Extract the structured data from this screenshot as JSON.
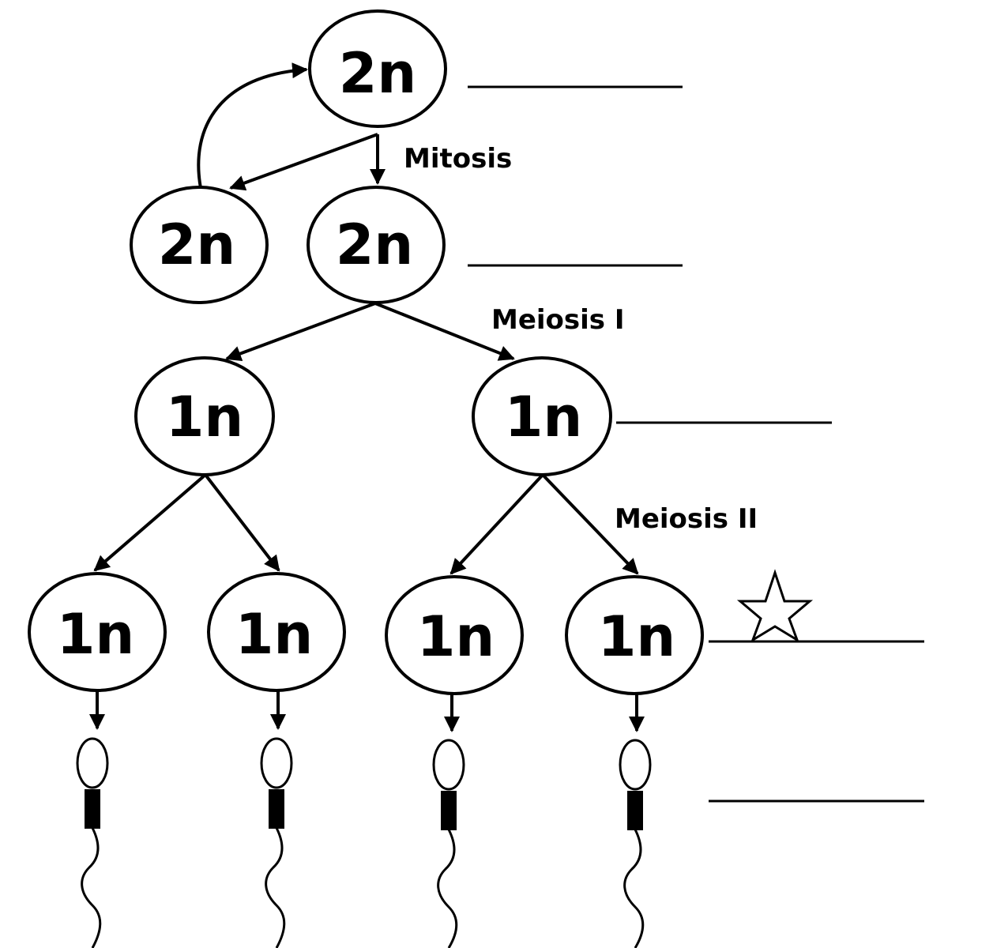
{
  "labels": {
    "diploid": "2n",
    "haploid": "1n"
  },
  "stages": {
    "mitosis": "Mitosis",
    "meiosis_1": "Meiosis I",
    "meiosis_2": "Meiosis II"
  },
  "colors": {
    "stroke": "#000000",
    "fill": "#ffffff"
  },
  "icons": {
    "marker": "star-icon",
    "gamete": "sperm-icon"
  }
}
